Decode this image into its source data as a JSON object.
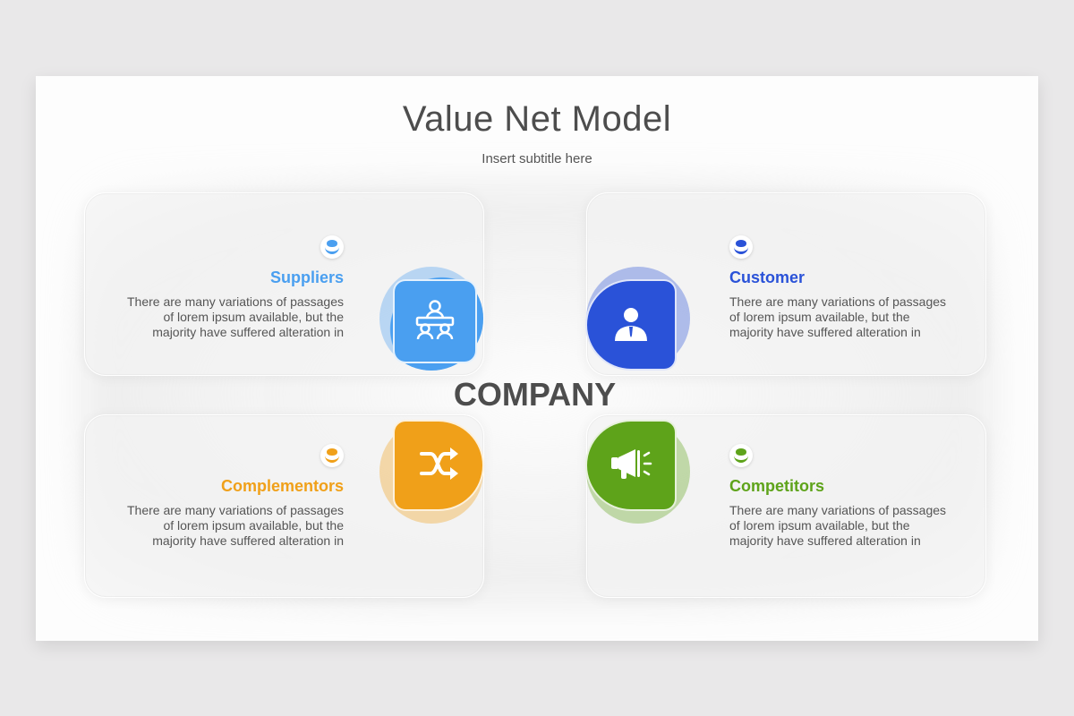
{
  "title": "Value Net Model",
  "subtitle": "Insert subtitle here",
  "center_label": "COMPANY",
  "colors": {
    "suppliers": "#4a9ff0",
    "customer": "#2a52d8",
    "complementors": "#f0a019",
    "competitors": "#5ea31a"
  },
  "items": [
    {
      "heading": "Suppliers",
      "icon": "meeting-table-icon",
      "desc": [
        "There are many variations of passages",
        "of lorem ipsum available, but the",
        "majority have suffered alteration in"
      ]
    },
    {
      "heading": "Customer",
      "icon": "businessman-icon",
      "desc": [
        "There are many variations of passages",
        "of lorem ipsum available, but the",
        "majority have suffered alteration in"
      ]
    },
    {
      "heading": "Complementors",
      "icon": "shuffle-icon",
      "desc": [
        "There are many variations of passages",
        "of lorem ipsum available, but the",
        "majority have suffered alteration in"
      ]
    },
    {
      "heading": "Competitors",
      "icon": "megaphone-icon",
      "desc": [
        "There are many variations of passages",
        "of lorem ipsum available, but the",
        "majority have suffered alteration in"
      ]
    }
  ]
}
